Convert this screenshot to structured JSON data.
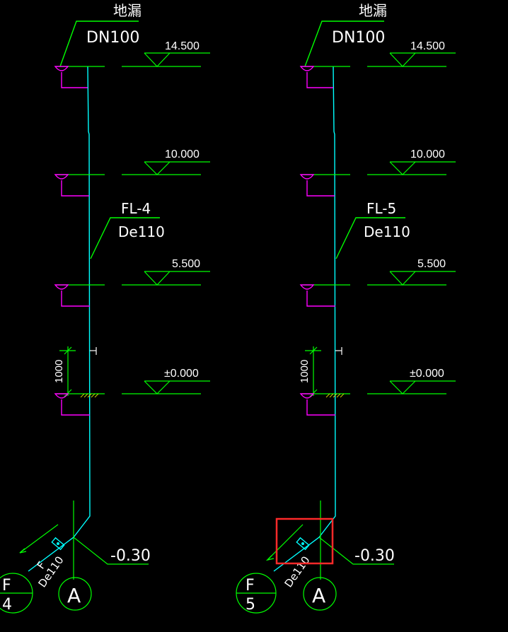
{
  "colors": {
    "background": "#000000",
    "pipe": "#00ffff",
    "leader": "#00ff00",
    "drain": "#ff00ff",
    "highlight": "#ff2a2a",
    "text": "#ffffff"
  },
  "stacks": [
    {
      "id": "fl4",
      "floor_drain_label": "地漏",
      "floor_drain_size": "DN100",
      "stack_label": "FL-4",
      "stack_size": "De110",
      "elevations": [
        "14.500",
        "10.000",
        "5.500",
        "±0.000"
      ],
      "dim_label": "1000",
      "outlet_elevation": "-0.30",
      "outlet_size": "De110",
      "outlet_letter": "F",
      "index_top": "F",
      "index_bottom": "4",
      "axis_label": "A"
    },
    {
      "id": "fl5",
      "floor_drain_label": "地漏",
      "floor_drain_size": "DN100",
      "stack_label": "FL-5",
      "stack_size": "De110",
      "elevations": [
        "14.500",
        "10.000",
        "5.500",
        "±0.000"
      ],
      "dim_label": "1000",
      "outlet_elevation": "-0.30",
      "outlet_size": "De110",
      "index_top": "F",
      "index_bottom": "5",
      "axis_label": "A"
    }
  ]
}
